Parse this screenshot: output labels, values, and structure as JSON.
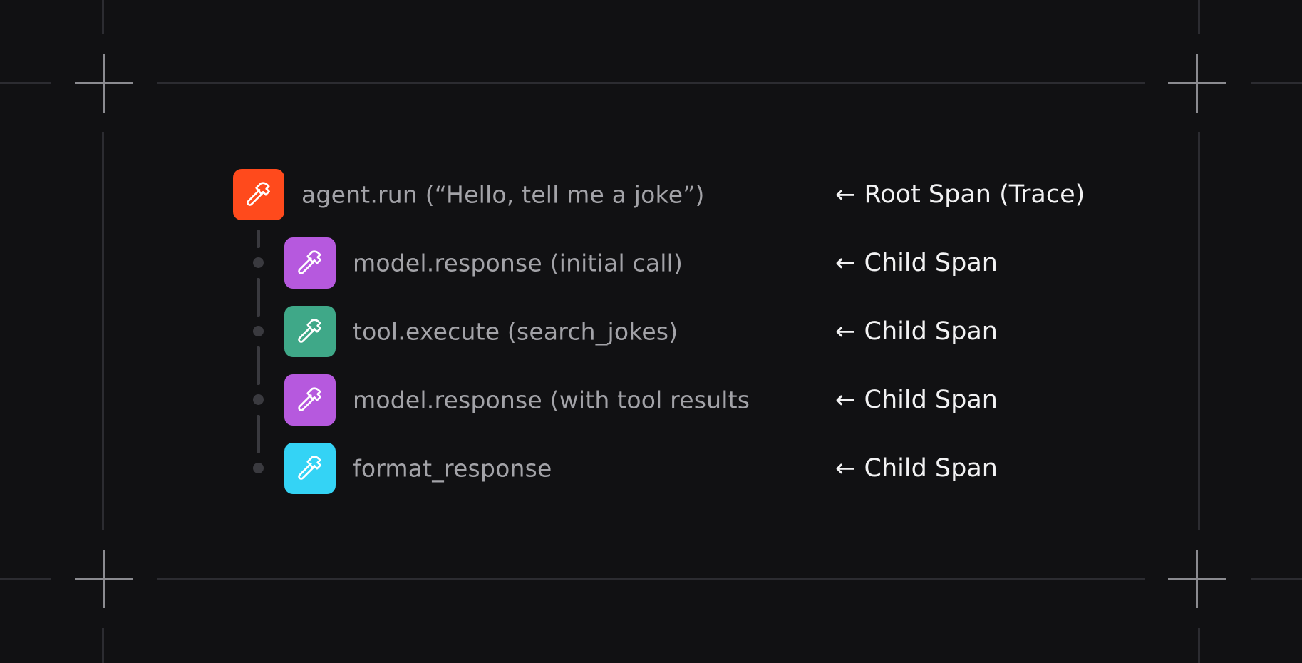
{
  "colors": {
    "background": "#111113",
    "frame_line": "#2c2c31",
    "crosshair": "#8b8b90",
    "root_badge": "#ff4a1c",
    "model_badge": "#b659de",
    "tool_badge": "#3fa888",
    "format_badge": "#34d3f5",
    "span_text": "#a3a3a8",
    "annotation_text": "#f2f2f3"
  },
  "spans": [
    {
      "id": "root",
      "icon": "hammer-icon",
      "badge_color": "#ff4a1c",
      "label": "agent.run (“Hello, tell me a joke”)",
      "annotation": "Root Span (Trace)"
    },
    {
      "id": "child1",
      "icon": "hammer-icon",
      "badge_color": "#b659de",
      "label": "model.response (initial call)",
      "annotation": "Child Span"
    },
    {
      "id": "child2",
      "icon": "hammer-icon",
      "badge_color": "#3fa888",
      "label": "tool.execute (search_jokes)",
      "annotation": "Child Span"
    },
    {
      "id": "child3",
      "icon": "hammer-icon",
      "badge_color": "#b659de",
      "label": "model.response (with tool results",
      "annotation": "Child Span"
    },
    {
      "id": "child4",
      "icon": "hammer-icon",
      "badge_color": "#34d3f5",
      "label": "format_response",
      "annotation": "Child Span"
    }
  ],
  "arrow_glyph": "←"
}
